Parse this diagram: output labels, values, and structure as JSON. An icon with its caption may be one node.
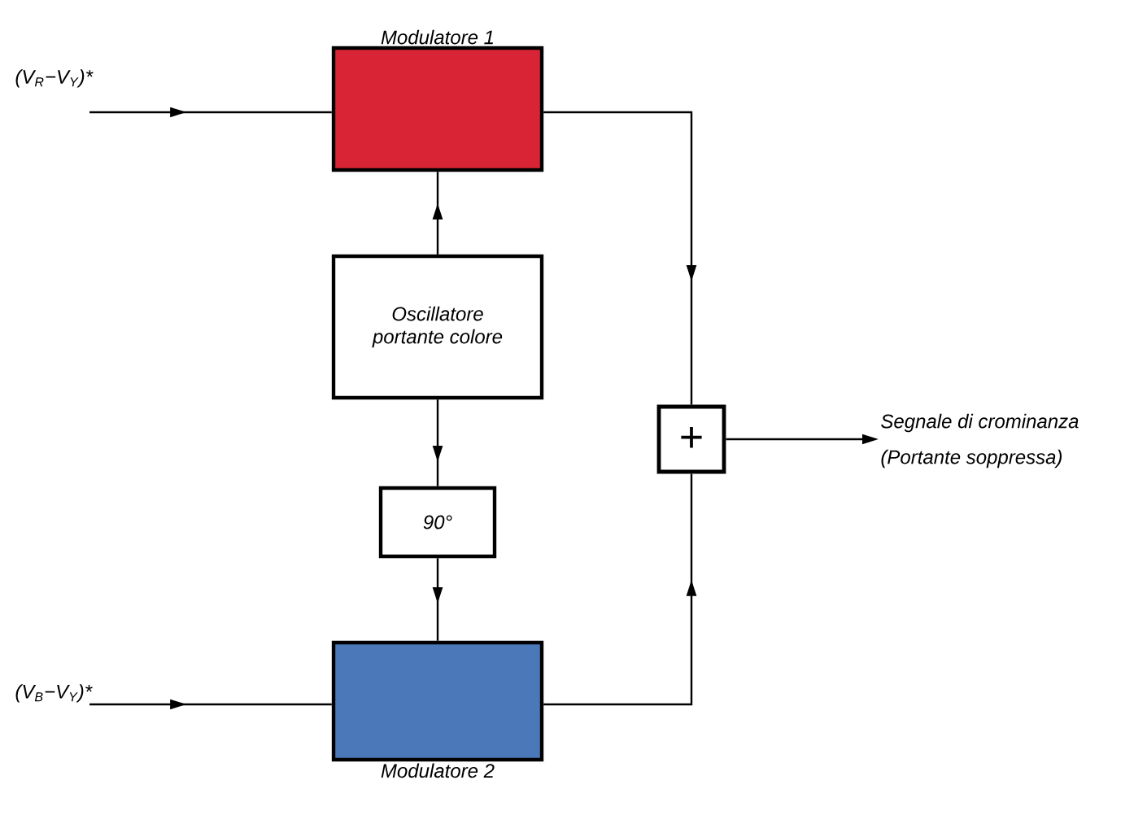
{
  "diagram": {
    "nodes": [
      {
        "text": [
          "Modulatore 1"
        ]
      },
      {
        "text": [
          "Oscillatore portante colore"
        ]
      },
      {
        "text": [
          "90°"
        ]
      },
      {
        "text": [
          "Modulatore 2"
        ]
      },
      {
        "text": [
          "+"
        ]
      },
      {
        "text": [
          "(V$_{R}$−V$_{Y}$)*"
        ]
      },
      {
        "text": [
          "(V$_{B}$−V$_{Y}$)*"
        ]
      },
      {
        "text": [
          "Segnale di crominanza",
          "(Portante soppressa)"
        ]
      }
    ],
    "edges": [
      {
        "from": 5,
        "to": 0,
        "arrow": "to"
      },
      {
        "from": 1,
        "to": 0,
        "arrow": "to"
      },
      {
        "from": 1,
        "to": 2,
        "arrow": "to"
      },
      {
        "from": 2,
        "to": 3,
        "arrow": "to"
      },
      {
        "from": 6,
        "to": 3,
        "arrow": "to"
      },
      {
        "from": 0,
        "to": 4,
        "arrow": "to"
      },
      {
        "from": 3,
        "to": 4,
        "arrow": "to"
      },
      {
        "from": 4,
        "to": 7,
        "arrow": "to"
      }
    ]
  }
}
